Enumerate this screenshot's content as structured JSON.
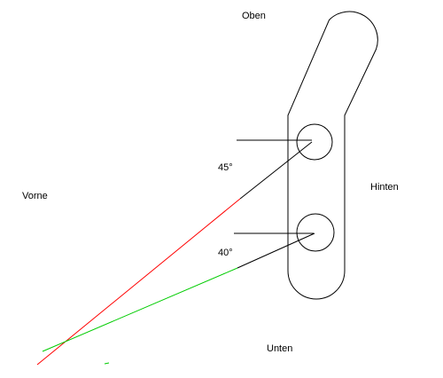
{
  "labels": {
    "top": "Oben",
    "front": "Vorne",
    "back": "Hinten",
    "bottom": "Unten",
    "angle_upper": "45°",
    "angle_lower": "40°"
  },
  "colors": {
    "background": "#ffffff",
    "outline": "#000000",
    "line_upper": "#ff0000",
    "line_lower": "#00cc00"
  }
}
